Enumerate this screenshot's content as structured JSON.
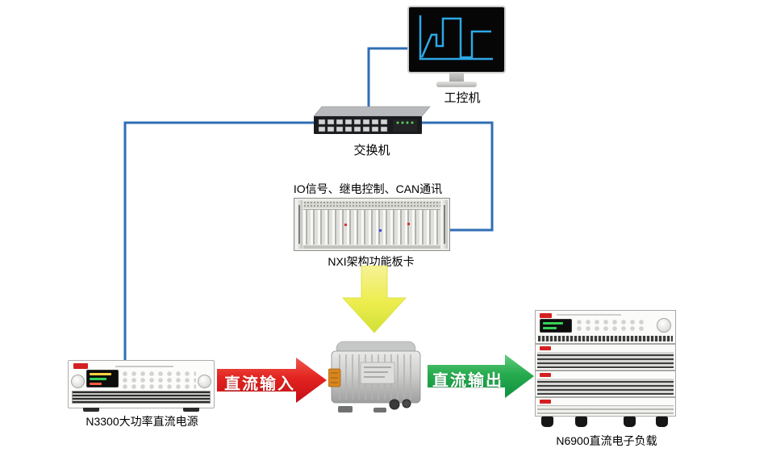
{
  "nodes": {
    "ipc": {
      "label": "工控机"
    },
    "switch": {
      "label": "交换机"
    },
    "nxi": {
      "label": "NXI架构功能板卡",
      "caption": "IO信号、继电控制、CAN通讯"
    },
    "psu": {
      "label": "N3300大功率直流电源"
    },
    "load": {
      "label": "N6900直流电子负载"
    }
  },
  "arrows": {
    "dc_input": {
      "label": "直流输入",
      "color": "#e3231f"
    },
    "dc_output": {
      "label": "直流输出",
      "color": "#27ab4e"
    },
    "control": {
      "color": "#eded4e"
    }
  },
  "colors": {
    "wire": "#2f6eb5",
    "screen_trace": "#2da8e8",
    "logo": "#d42020"
  }
}
